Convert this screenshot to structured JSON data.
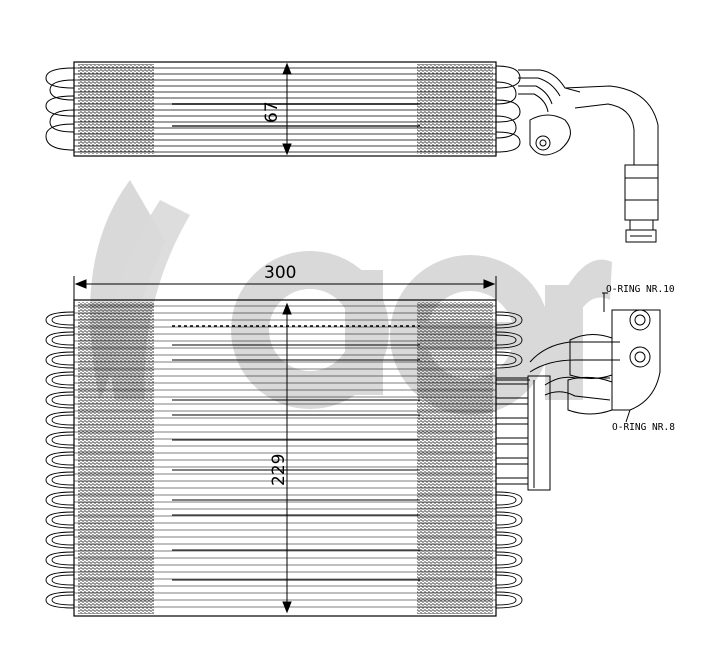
{
  "drawing": {
    "watermark": "aer",
    "dimensions": {
      "depth": "67",
      "width": "300",
      "height": "229"
    },
    "labels": {
      "oring_upper": "O-RING NR.10",
      "oring_lower": "O-RING NR.8"
    },
    "colors": {
      "watermark": "#d9d9d9",
      "line": "#000000"
    }
  }
}
